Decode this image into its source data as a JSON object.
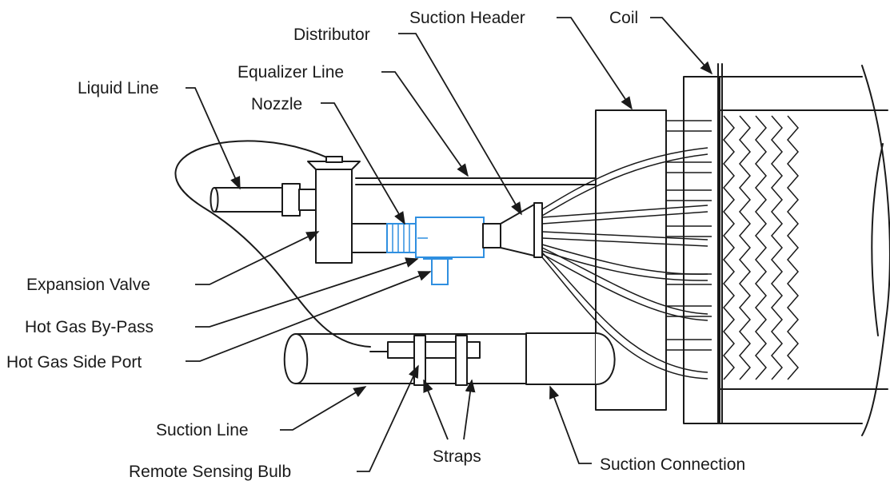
{
  "labels": {
    "suction_header": "Suction Header",
    "coil": "Coil",
    "distributor": "Distributor",
    "equalizer_line": "Equalizer Line",
    "liquid_line": "Liquid Line",
    "nozzle": "Nozzle",
    "expansion_valve": "Expansion Valve",
    "hot_gas_bypass": "Hot Gas By-Pass",
    "hot_gas_side_port": "Hot Gas Side Port",
    "suction_line": "Suction Line",
    "remote_sensing_bulb": "Remote Sensing Bulb",
    "straps": "Straps",
    "suction_connection": "Suction Connection"
  },
  "colors": {
    "line": "#1a1a1a",
    "highlight": "#2f8fe0",
    "background": "#ffffff"
  }
}
